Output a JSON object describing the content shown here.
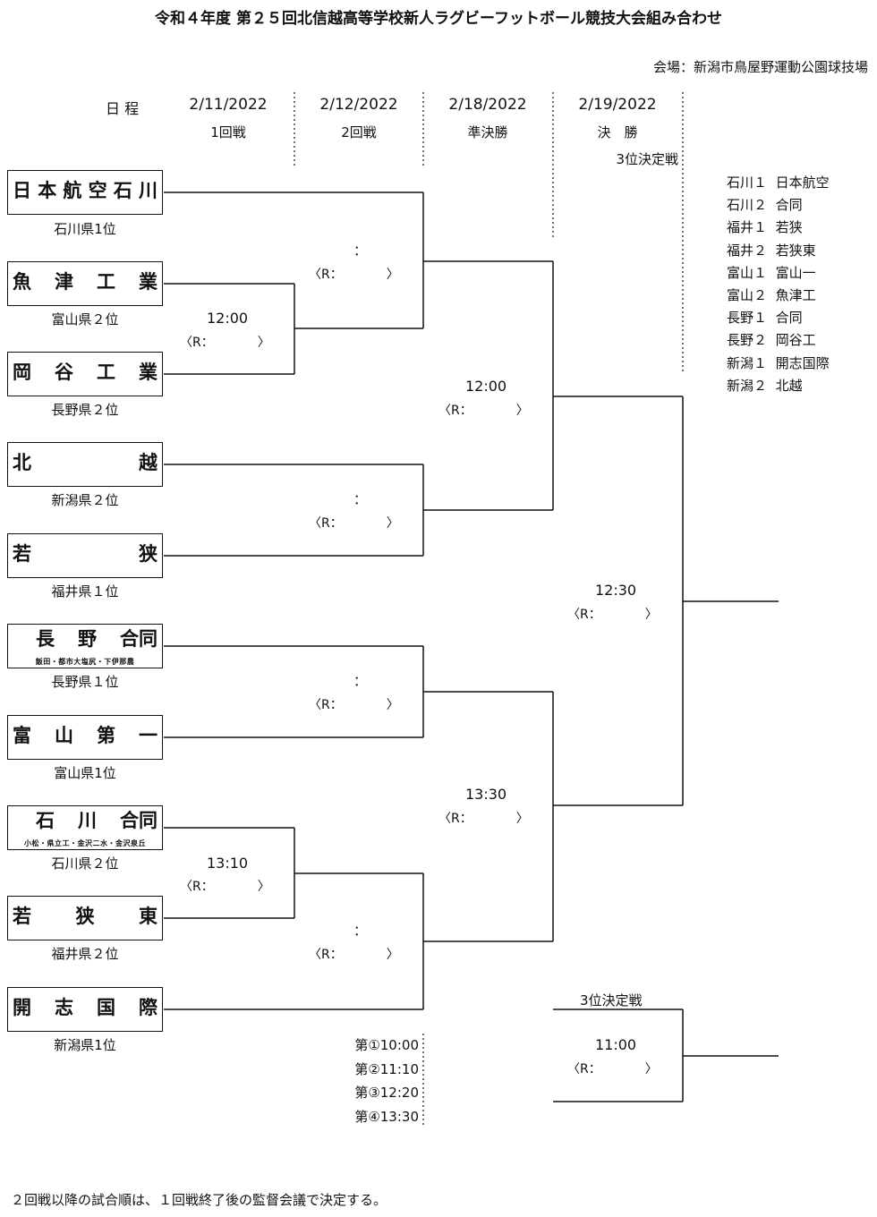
{
  "title": "令和４年度 第２５回北信越高等学校新人ラグビーフットボール競技大会組み合わせ",
  "venue": "会場：新潟市鳥屋野運動公園球技場",
  "schedule": {
    "label": "日 程",
    "columns": [
      {
        "date": "2/11/2022",
        "round": "1回戦"
      },
      {
        "date": "2/12/2022",
        "round": "2回戦"
      },
      {
        "date": "2/18/2022",
        "round": "準決勝"
      },
      {
        "date": "2/19/2022",
        "round": "決　勝",
        "extra": "3位決定戦"
      }
    ]
  },
  "teams": [
    {
      "name": [
        "日",
        "本",
        "航",
        "空",
        "石",
        "川"
      ],
      "sub": "",
      "label": "石川県1位"
    },
    {
      "name": [
        "魚",
        "津",
        "工",
        "業"
      ],
      "sub": "",
      "label": "富山県２位"
    },
    {
      "name": [
        "岡",
        "谷",
        "工",
        "業"
      ],
      "sub": "",
      "label": "長野県２位"
    },
    {
      "name": [
        "北",
        "越"
      ],
      "sub": "",
      "label": "新潟県２位"
    },
    {
      "name": [
        "若",
        "狭"
      ],
      "sub": "",
      "label": "福井県１位"
    },
    {
      "name": [
        "長",
        "野",
        "合同"
      ],
      "sub": "飯田・都市大塩尻・下伊那農",
      "label": "長野県１位"
    },
    {
      "name": [
        "富",
        "山",
        "第",
        "一"
      ],
      "sub": "",
      "label": "富山県1位"
    },
    {
      "name": [
        "石",
        "川",
        "合同"
      ],
      "sub": "小松・県立工・金沢二水・金沢泉丘",
      "label": "石川県２位"
    },
    {
      "name": [
        "若",
        "狭",
        "東"
      ],
      "sub": "",
      "label": "福井県２位"
    },
    {
      "name": [
        "開",
        "志",
        "国",
        "際"
      ],
      "sub": "",
      "label": "新潟県1位"
    }
  ],
  "matches": {
    "r1_top": {
      "time": "12:00",
      "ref": "〈R：　　　　〉"
    },
    "r1_bottom": {
      "time": "13:10",
      "ref": "〈R：　　　　〉"
    },
    "r2_a": {
      "time": "：",
      "ref": "〈R：　　　　〉"
    },
    "r2_b": {
      "time": "：",
      "ref": "〈R：　　　　〉"
    },
    "r2_c": {
      "time": "：",
      "ref": "〈R：　　　　〉"
    },
    "r2_d": {
      "time": "：",
      "ref": "〈R：　　　　〉"
    },
    "sf_top": {
      "time": "12:00",
      "ref": "〈R：　　　　〉"
    },
    "sf_bottom": {
      "time": "13:30",
      "ref": "〈R：　　　　〉"
    },
    "final": {
      "time": "12:30",
      "ref": "〈R：　　　　〉"
    },
    "third": {
      "title": "3位決定戦",
      "time": "11:00",
      "ref": "〈R：　　　　〉"
    }
  },
  "r2_order": [
    "第①10:00",
    "第②11:10",
    "第③12:20",
    "第④13:30"
  ],
  "seeds": [
    {
      "pref": "石川１",
      "team": "日本航空"
    },
    {
      "pref": "石川２",
      "team": "合同"
    },
    {
      "pref": "福井１",
      "team": "若狭"
    },
    {
      "pref": "福井２",
      "team": "若狭東"
    },
    {
      "pref": "富山１",
      "team": "富山一"
    },
    {
      "pref": "富山２",
      "team": "魚津工"
    },
    {
      "pref": "長野１",
      "team": "合同"
    },
    {
      "pref": "長野２",
      "team": "岡谷工"
    },
    {
      "pref": "新潟１",
      "team": "開志国際"
    },
    {
      "pref": "新潟２",
      "team": "北越"
    }
  ],
  "note": "２回戦以降の試合順は、１回戦終了後の監督会議で決定する。"
}
